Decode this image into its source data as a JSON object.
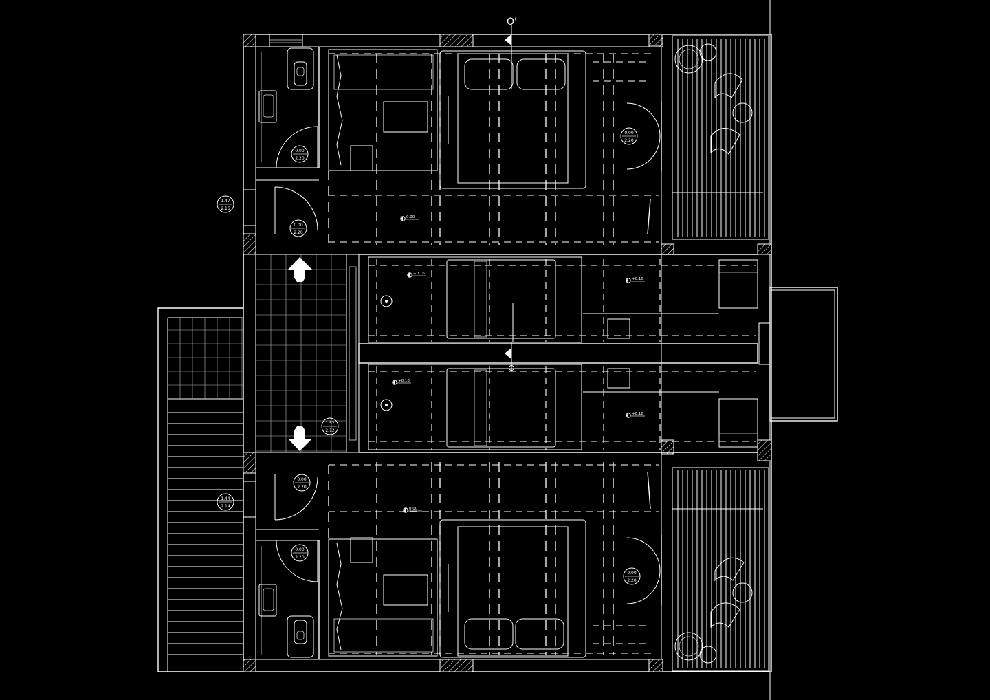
{
  "section_marker": {
    "top_label": "O'",
    "mid_label": "O"
  },
  "room_tags": [
    {
      "id": "tag-top-bath",
      "top": "0.00",
      "bottom": "2.20"
    },
    {
      "id": "tag-top-entry",
      "top": "0.00",
      "bottom": "2.20"
    },
    {
      "id": "tag-top-terrace-door",
      "top": "0.00",
      "bottom": "2.20"
    },
    {
      "id": "tag-left-window-top",
      "top": "1.47",
      "bottom": "2.16"
    },
    {
      "id": "tag-corridor",
      "top": "1.52",
      "bottom": "2.12"
    },
    {
      "id": "tag-bottom-entry",
      "top": "0.00",
      "bottom": "2.20"
    },
    {
      "id": "tag-bottom-bath",
      "top": "0.00",
      "bottom": "2.20"
    },
    {
      "id": "tag-bottom-terrace-door",
      "top": "0.00",
      "bottom": "2.20"
    },
    {
      "id": "tag-left-window-bottom",
      "top": "1.44",
      "bottom": "2.14"
    }
  ],
  "level_marks": [
    {
      "id": "level-top-room",
      "value": "0.00"
    },
    {
      "id": "level-top-bath-left",
      "value": "+0.16"
    },
    {
      "id": "level-top-bath-right",
      "value": "+0.16"
    },
    {
      "id": "level-bottom-bath-left",
      "value": "+0.16"
    },
    {
      "id": "level-bottom-bath-right",
      "value": "+0.16"
    },
    {
      "id": "level-bottom-room",
      "value": "0.00"
    }
  ]
}
